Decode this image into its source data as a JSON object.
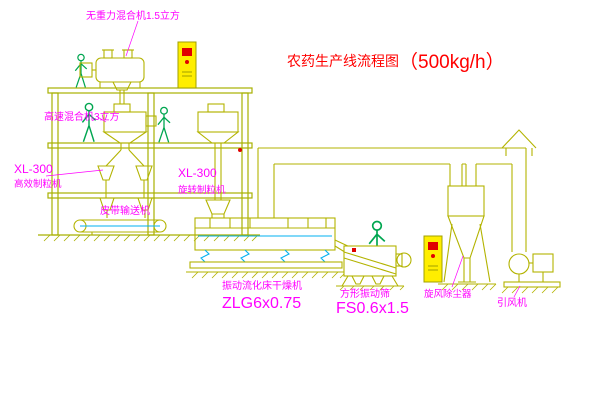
{
  "title": {
    "text": "农药生产线流程图",
    "capacity": "（500kg/h）"
  },
  "labels": {
    "top_mixer": "无重力混合机1.5立方",
    "high_speed_mixer": "高速混合机3立方",
    "granulator_left_model": "XL-300",
    "granulator_left_name": "高效制粒机",
    "granulator_center_model": "XL-300",
    "granulator_center_name": "旋转制粒机",
    "belt_conveyor": "皮带输送机",
    "dryer_name": "振动流化床干燥机",
    "dryer_model": "ZLG6x0.75",
    "sieve_name": "方形振动筛",
    "sieve_model": "FS0.6x1.5",
    "cyclone": "旋风除尘器",
    "fan": "引风机"
  },
  "colors": {
    "line_olive": "#b3b300",
    "frame_olive": "#a8b000",
    "people_green": "#00a650",
    "accent_cyan": "#00b0f0",
    "cabinet_yellow": "#ffee00",
    "label_magenta": "#ff00ff",
    "title_red": "#ff0000"
  }
}
